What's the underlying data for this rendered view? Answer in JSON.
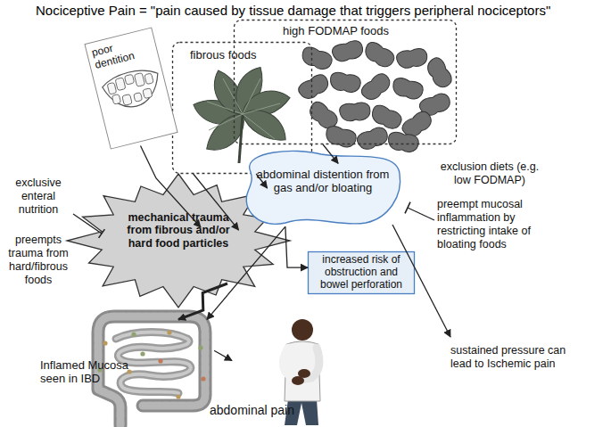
{
  "diagram": {
    "title": "Nociceptive Pain = \"pain caused by tissue damage that triggers peripheral nociceptors\"",
    "nodes": [
      {
        "text": [
          "high FODMAP foods"
        ]
      },
      {
        "text": [
          "fibrous foods"
        ]
      },
      {
        "text": [
          "poor dentition"
        ]
      },
      {
        "text": [
          "mechanical trauma from fibrous and/or hard food particles"
        ]
      },
      {
        "text": [
          "abdominal distention from gas and/or bloating"
        ]
      },
      {
        "text": [
          "increased risk of obstruction and bowel perforation"
        ]
      },
      {
        "text": [
          "Inflamed Mucosa seen in IBD"
        ]
      },
      {
        "text": [
          "abdominal pain"
        ]
      }
    ],
    "edges": [
      {
        "from": 2,
        "to": 3,
        "arrow": "to"
      },
      {
        "from": 1,
        "to": 3,
        "arrow": "to"
      },
      {
        "from": 1,
        "to": 4,
        "arrow": "to"
      },
      {
        "from": 0,
        "to": 4,
        "arrow": "to"
      },
      {
        "from": 3,
        "to": 6,
        "arrow": "to"
      },
      {
        "from": 4,
        "to": 5,
        "arrow": "to"
      },
      {
        "from": 4,
        "to": 6,
        "arrow": "to"
      },
      {
        "from": 6,
        "to": 7,
        "arrow": "to"
      }
    ],
    "labels": [
      "exclusive enteral nutrition",
      "preempts trauma from hard/fibrous foods",
      "exclusion diets (e.g. low FODMAP)",
      "preempt mucosal inflammation by restricting intake of bloating foods",
      "sustained pressure can lead to Ischemic pain"
    ]
  }
}
